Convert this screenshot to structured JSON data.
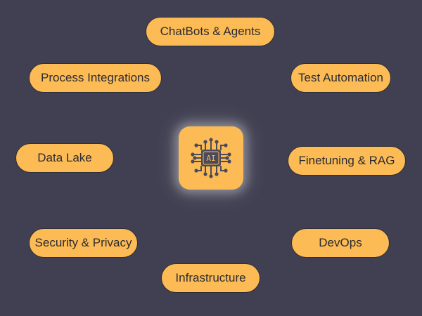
{
  "diagram": {
    "hub": {
      "label": "AI",
      "icon": "ai-chip-icon"
    },
    "nodes": [
      {
        "id": "chatbots",
        "label": "ChatBots & Agents"
      },
      {
        "id": "process",
        "label": "Process Integrations"
      },
      {
        "id": "test",
        "label": "Test Automation"
      },
      {
        "id": "datalake",
        "label": "Data Lake"
      },
      {
        "id": "finetune",
        "label": "Finetuning & RAG"
      },
      {
        "id": "security",
        "label": "Security & Privacy"
      },
      {
        "id": "devops",
        "label": "DevOps"
      },
      {
        "id": "infra",
        "label": "Infrastructure"
      }
    ],
    "colors": {
      "background": "#404052",
      "pill": "#fcbb54",
      "text": "#2b2b33",
      "chip": "#4a4a5a"
    }
  }
}
